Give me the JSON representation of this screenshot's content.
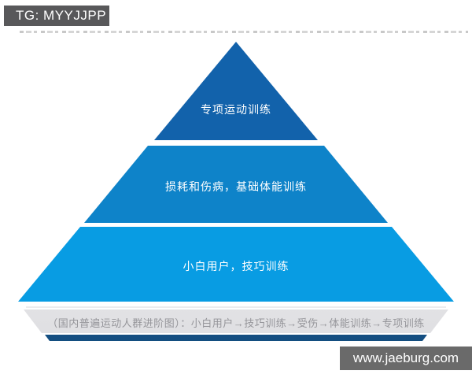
{
  "watermarks": {
    "top_badge": "TG: MYYJJPP",
    "bottom_badge": "www.jaeburg.com"
  },
  "pyramid": {
    "type": "pyramid-diagram",
    "tiers": [
      {
        "level": "top",
        "label": "专项运动训练",
        "color": "#1262ab"
      },
      {
        "level": "middle",
        "label": "损耗和伤病，基础体能训练",
        "color": "#0e83c9"
      },
      {
        "level": "bottom",
        "label": "小白用户，技巧训练",
        "color": "#089ce3"
      }
    ],
    "base_caption": "（国内普遍运动人群进阶图）：小白用户→技巧训练→受伤→体能训练→专项训练"
  },
  "colors": {
    "tier_top": "#1262ab",
    "tier_middle": "#0e83c9",
    "tier_bottom": "#089ce3",
    "base_band_bg": "#e8e8ea",
    "base_bar": "#124a7c",
    "top_badge_bg": "#58585a",
    "bottom_badge_bg": "#6a6a6a",
    "caption_text": "#95959a",
    "tier_text": "#ffffff"
  }
}
